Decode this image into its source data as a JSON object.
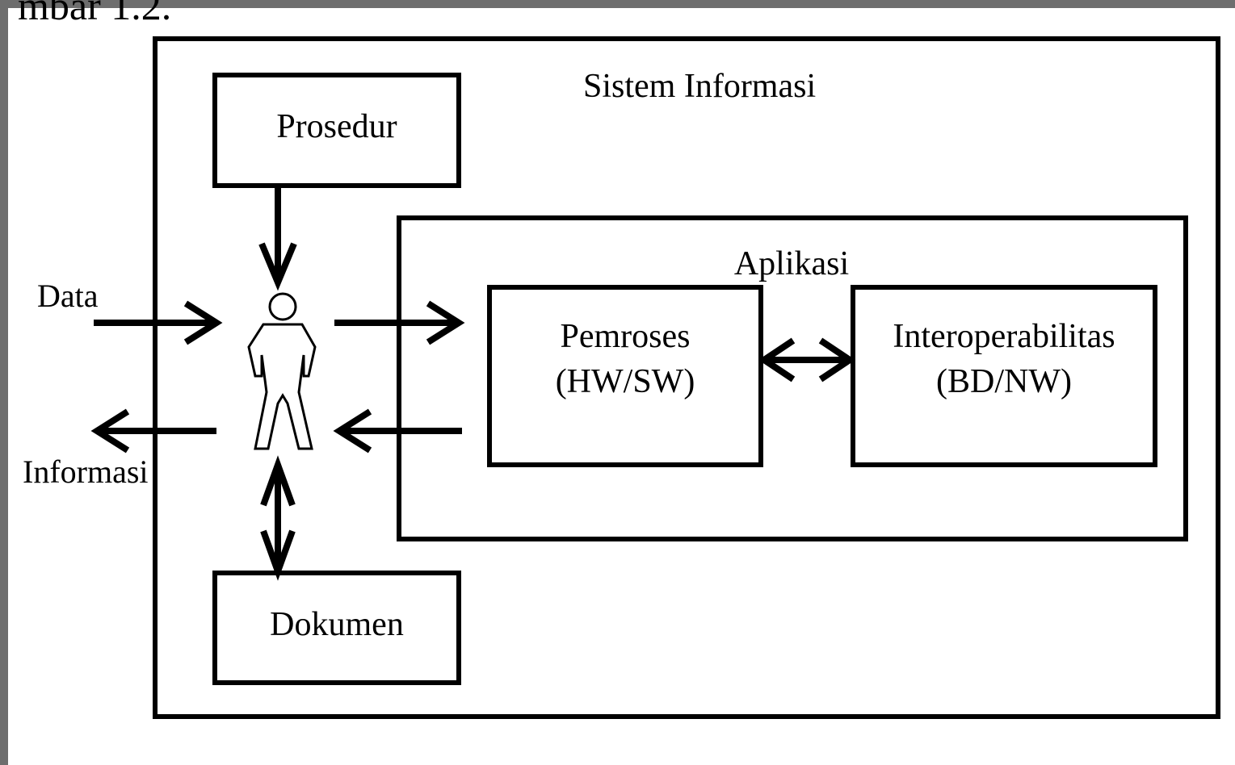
{
  "caption_fragment": "mbar 1.2.",
  "outer_box": {
    "title": "Sistem Informasi"
  },
  "boxes": {
    "prosedur": "Prosedur",
    "dokumen": "Dokumen",
    "aplikasi": "Aplikasi",
    "pemroses_line1": "Pemroses",
    "pemroses_line2": "(HW/SW)",
    "interop_line1": "Interoperabilitas",
    "interop_line2": "(BD/NW)"
  },
  "external": {
    "data": "Data",
    "informasi": "Informasi"
  },
  "icons": {
    "user": "person-icon"
  },
  "colors": {
    "stroke": "#000000",
    "background": "#ffffff",
    "frame": "#6e6e6e"
  }
}
